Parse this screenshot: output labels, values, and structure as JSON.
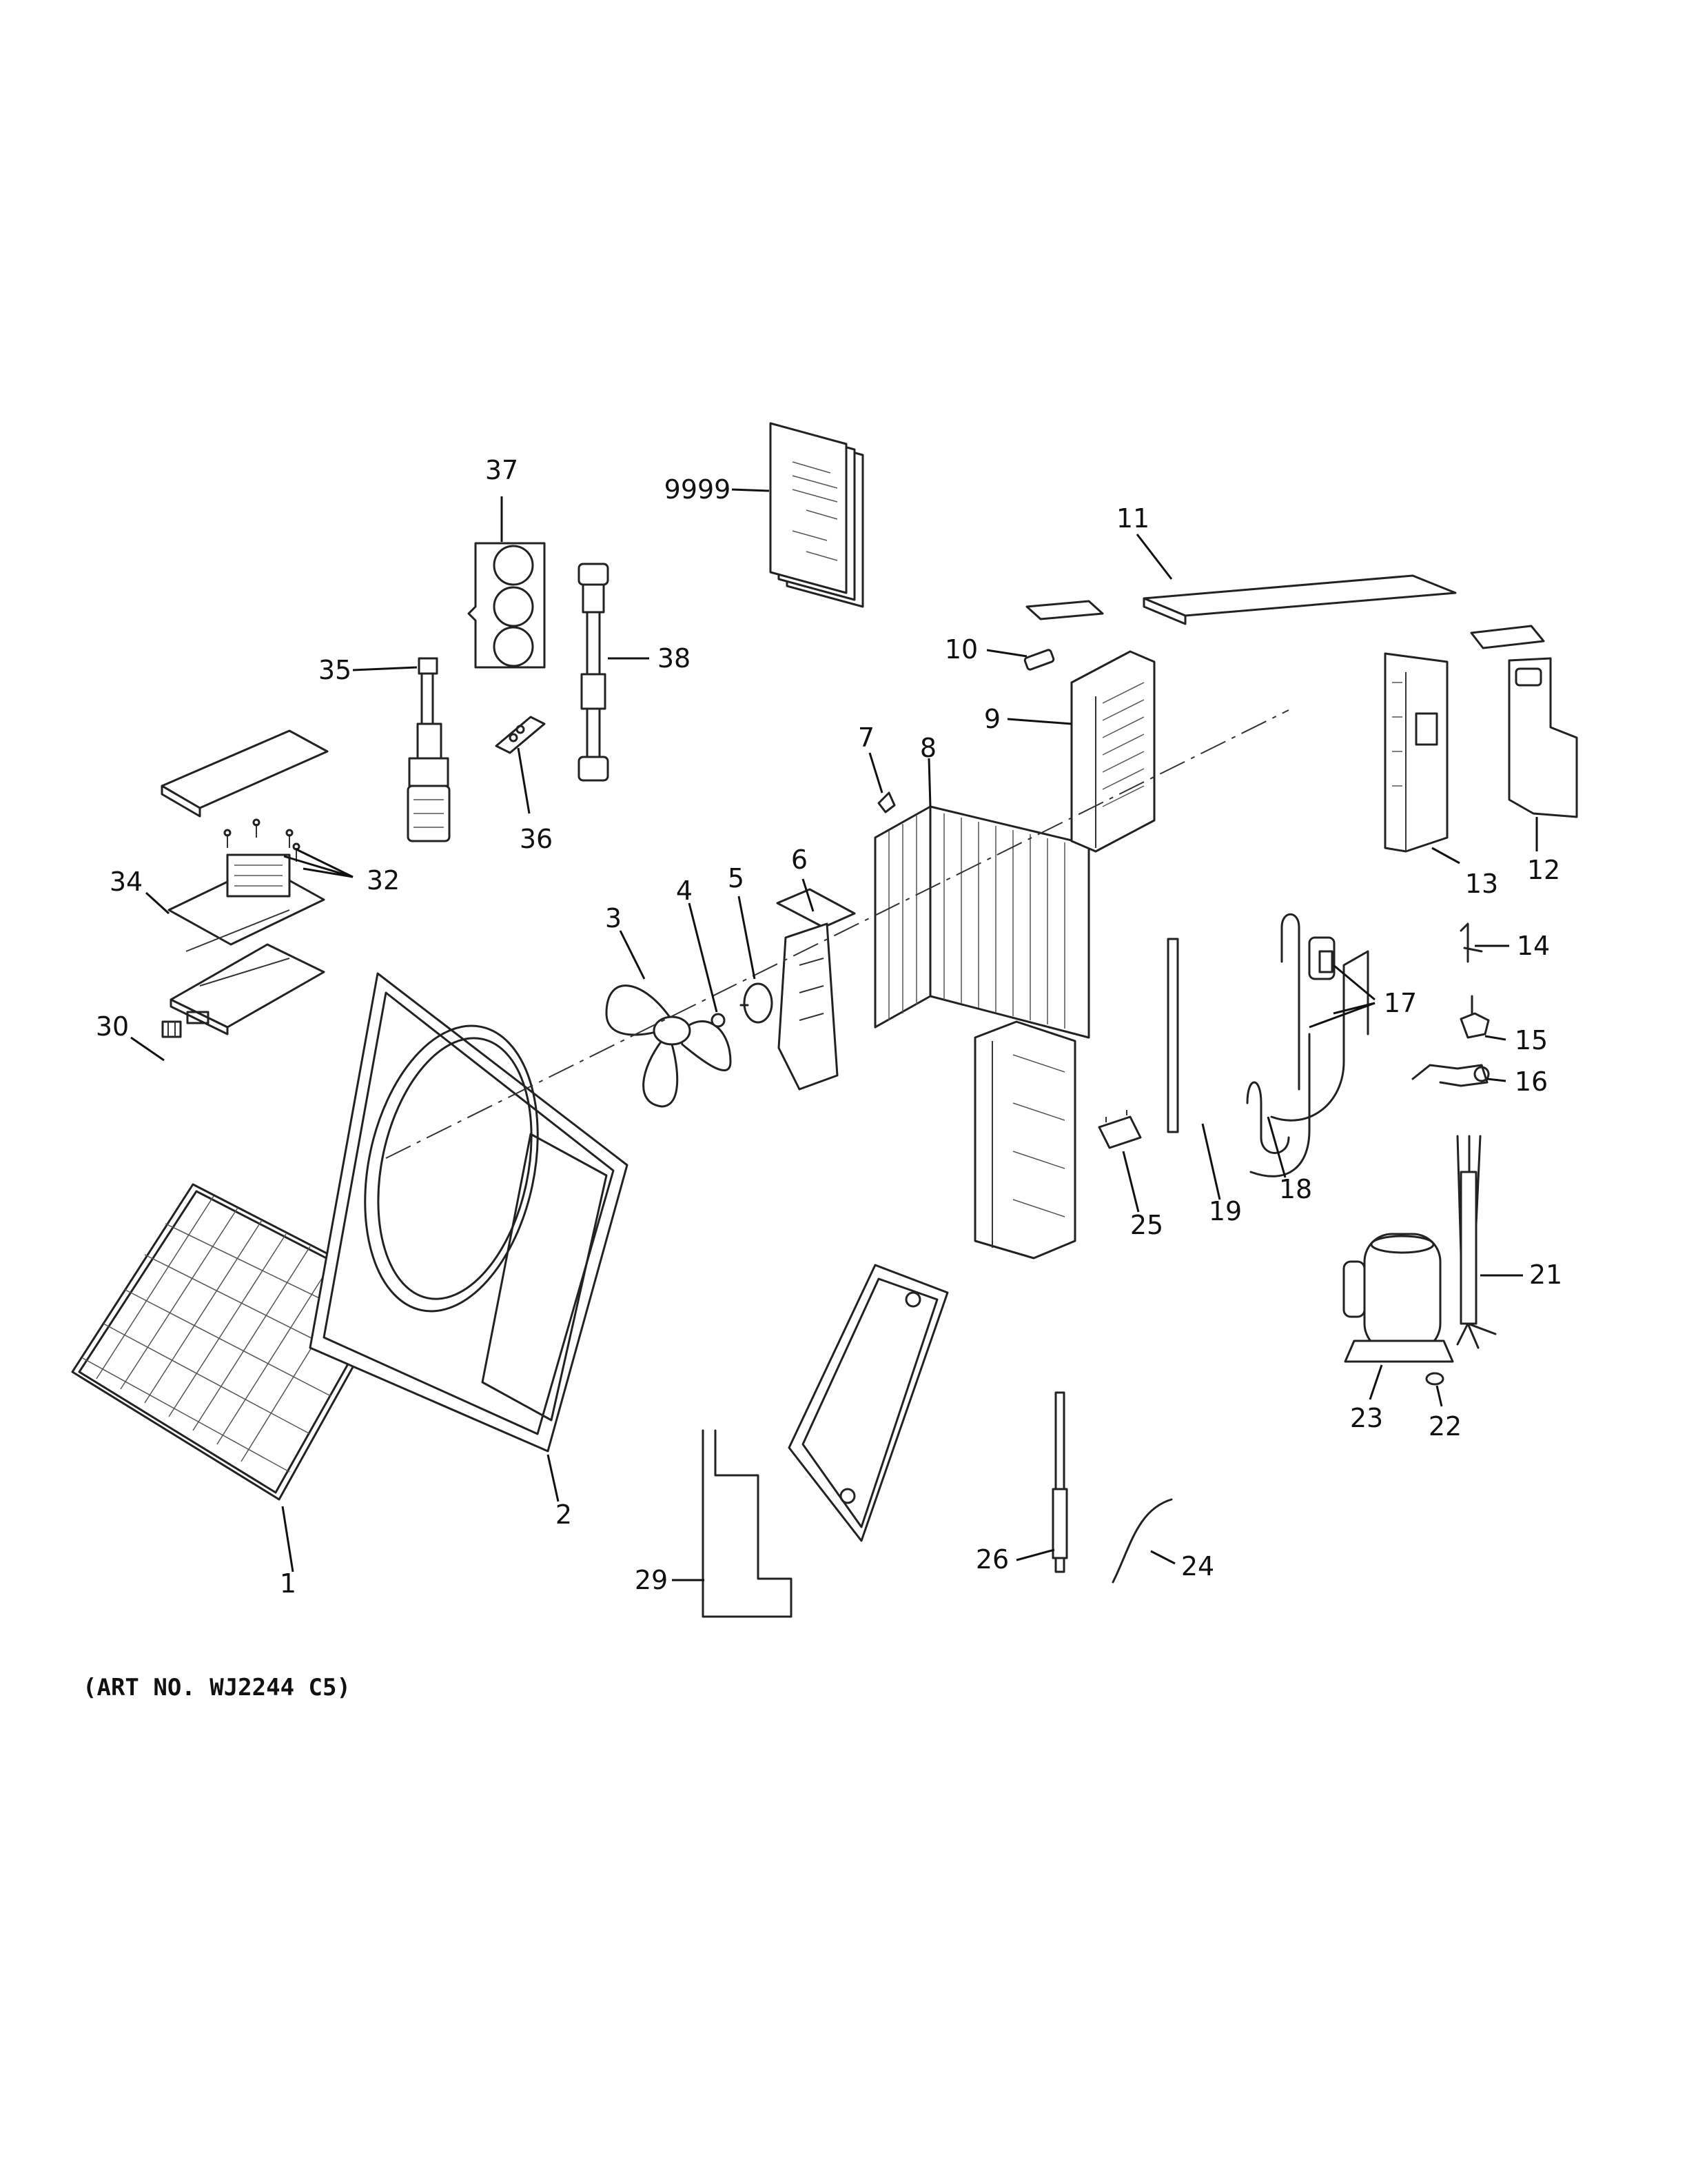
{
  "art_number": "(ART NO. WJ2244 C5)",
  "callouts": [
    {
      "id": "p1",
      "label": "1"
    },
    {
      "id": "p2",
      "label": "2"
    },
    {
      "id": "p3",
      "label": "3"
    },
    {
      "id": "p4",
      "label": "4"
    },
    {
      "id": "p5",
      "label": "5"
    },
    {
      "id": "p6",
      "label": "6"
    },
    {
      "id": "p7",
      "label": "7"
    },
    {
      "id": "p8",
      "label": "8"
    },
    {
      "id": "p9",
      "label": "9"
    },
    {
      "id": "p10",
      "label": "10"
    },
    {
      "id": "p11",
      "label": "11"
    },
    {
      "id": "p12",
      "label": "12"
    },
    {
      "id": "p13",
      "label": "13"
    },
    {
      "id": "p14",
      "label": "14"
    },
    {
      "id": "p15",
      "label": "15"
    },
    {
      "id": "p16",
      "label": "16"
    },
    {
      "id": "p17",
      "label": "17"
    },
    {
      "id": "p18",
      "label": "18"
    },
    {
      "id": "p19",
      "label": "19"
    },
    {
      "id": "p21",
      "label": "21"
    },
    {
      "id": "p22",
      "label": "22"
    },
    {
      "id": "p23",
      "label": "23"
    },
    {
      "id": "p24",
      "label": "24"
    },
    {
      "id": "p25",
      "label": "25"
    },
    {
      "id": "p26",
      "label": "26"
    },
    {
      "id": "p29",
      "label": "29"
    },
    {
      "id": "p30",
      "label": "30"
    },
    {
      "id": "p32",
      "label": "32"
    },
    {
      "id": "p34",
      "label": "34"
    },
    {
      "id": "p35",
      "label": "35"
    },
    {
      "id": "p36",
      "label": "36"
    },
    {
      "id": "p37",
      "label": "37"
    },
    {
      "id": "p38",
      "label": "38"
    },
    {
      "id": "p9999",
      "label": "9999"
    }
  ]
}
